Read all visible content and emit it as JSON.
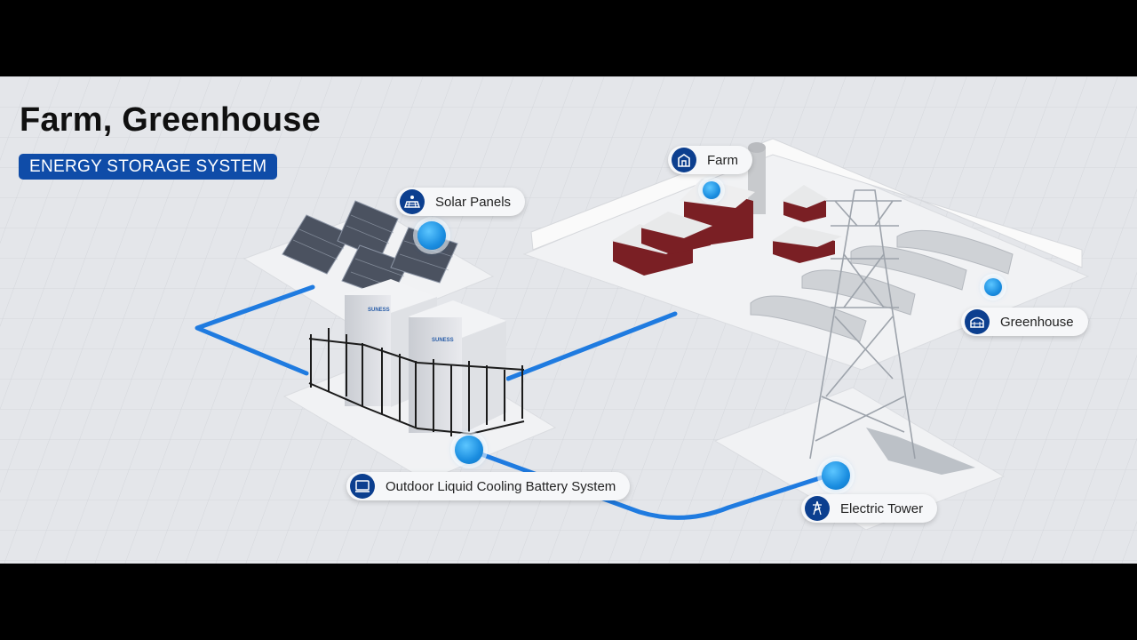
{
  "title": "Farm, Greenhouse",
  "subtitle": "ENERGY STORAGE SYSTEM",
  "nodes": {
    "farm": {
      "label": "Farm",
      "icon": "farm-icon"
    },
    "solar": {
      "label": "Solar Panels",
      "icon": "solar-panel-icon"
    },
    "greenhouse": {
      "label": "Greenhouse",
      "icon": "greenhouse-icon"
    },
    "battery": {
      "label": "Outdoor Liquid Cooling Battery System",
      "icon": "battery-cabinet-icon"
    },
    "tower": {
      "label": "Electric Tower",
      "icon": "electric-tower-icon"
    }
  },
  "cabinet_brand": "SUNESS",
  "colors": {
    "accent": "#0f4ca8",
    "icon_bg": "#0c3f8f",
    "cable": "#1f7be0",
    "node": "#1a8de0",
    "barn": "#7a1f24"
  }
}
